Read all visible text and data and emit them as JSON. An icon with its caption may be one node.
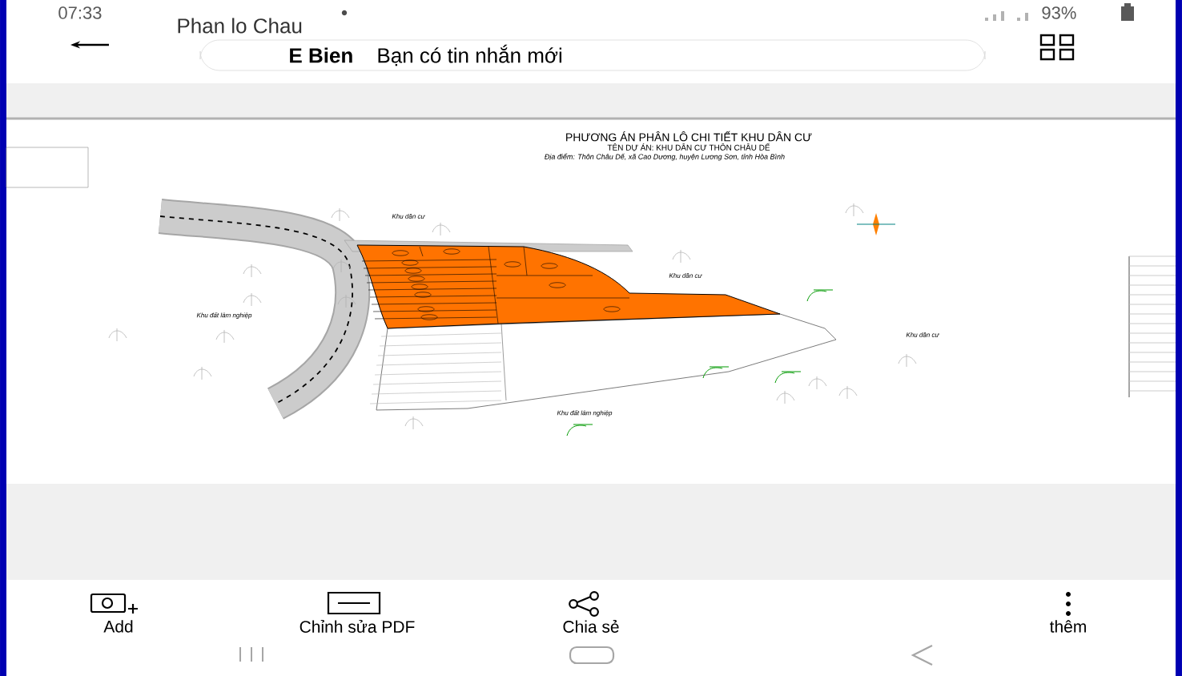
{
  "diagram": {
    "title": "PHƯƠNG ÁN PHÂN LÔ CHI TIẾT KHU DÂN CƯ",
    "labels": [
      "07:33",
      "93%",
      "Phan lo Chau",
      "E Bien",
      "Bạn có tin nhắn mới",
      "TÊN DỰ ÁN: KHU DÂN CƯ THÔN CHÂU DẾ",
      "Địa điểm: Thôn Châu Dế, xã Cao Dương, huyện Lương Sơn, tỉnh Hòa Bình",
      "Khu dân cư",
      "Khu dân cư",
      "Khu đất lâm nghiệp",
      "Khu dân cư",
      "Khu đất lâm nghiệp",
      "Add",
      "Chỉnh sửa PDF",
      "Chia sẻ",
      "thêm"
    ]
  }
}
